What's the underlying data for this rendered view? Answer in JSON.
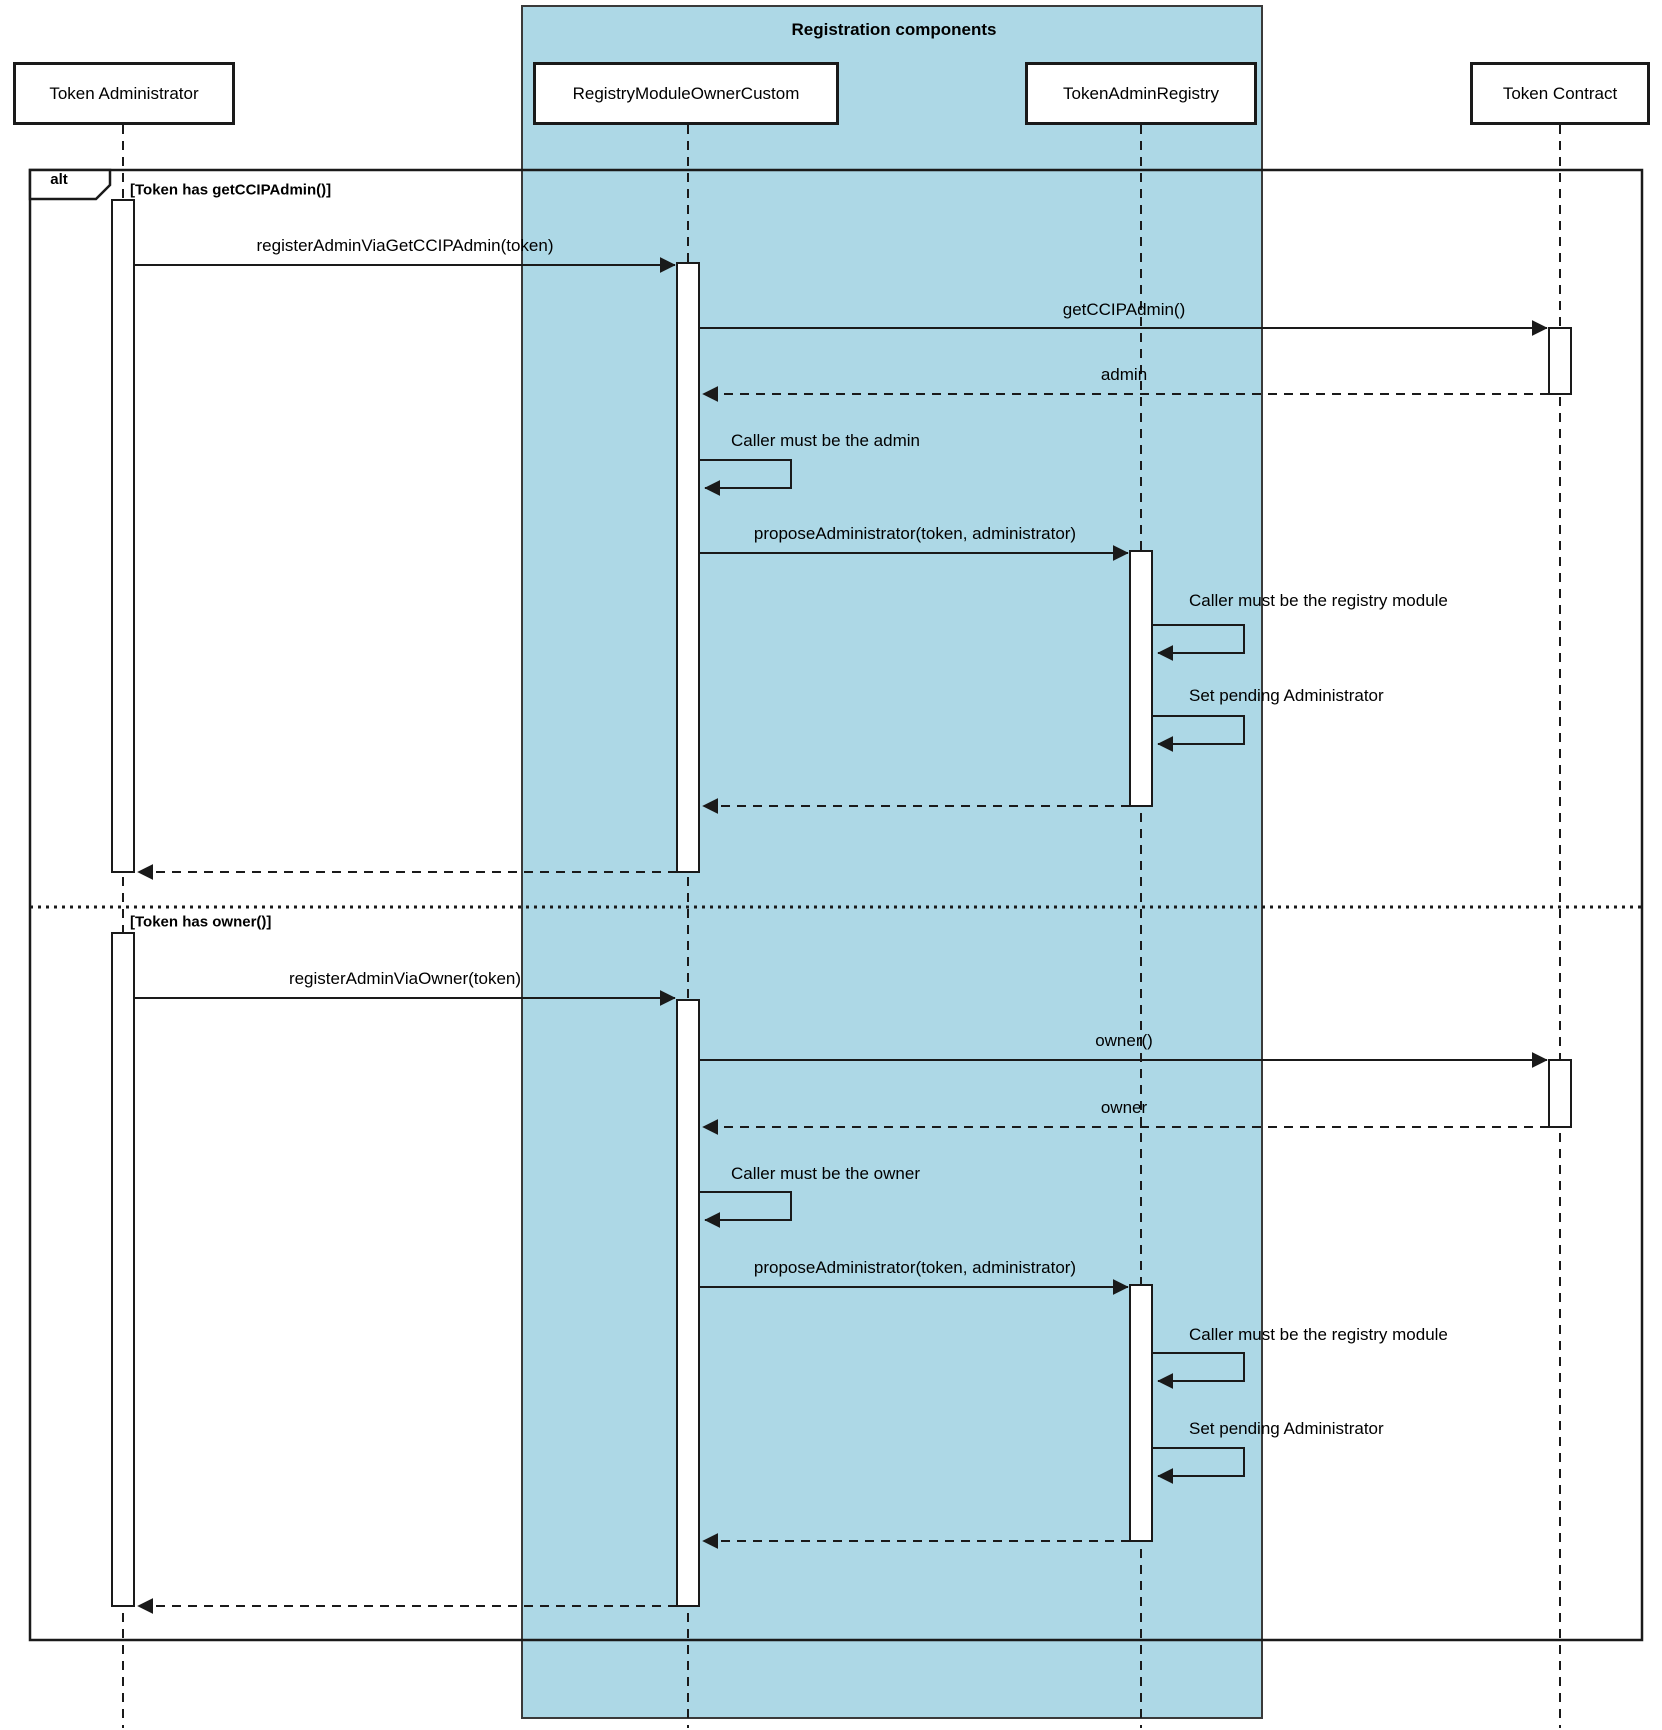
{
  "diagram": {
    "region_title": "Registration components",
    "participants": [
      {
        "label": "Token Administrator"
      },
      {
        "label": "RegistryModuleOwnerCustom"
      },
      {
        "label": "TokenAdminRegistry"
      },
      {
        "label": "Token Contract"
      }
    ],
    "alt_frame": {
      "operator_label": "alt",
      "condition1": "[Token has getCCIPAdmin()]",
      "condition2": "[Token has owner()]"
    },
    "section1": {
      "msg_register": "registerAdminViaGetCCIPAdmin(token)",
      "msg_get_admin": "getCCIPAdmin()",
      "msg_admin_return": "admin",
      "note_caller_admin": "Caller must be the admin",
      "msg_propose": "proposeAdministrator(token, administrator)",
      "note_caller_registry": "Caller must be the registry module",
      "note_set_pending": "Set pending Administrator"
    },
    "section2": {
      "msg_register": "registerAdminViaOwner(token)",
      "msg_owner_call": "owner()",
      "msg_owner_return": "owner",
      "note_caller_owner": "Caller must be the owner",
      "msg_propose": "proposeAdministrator(token, administrator)",
      "note_caller_registry": "Caller must be the registry module",
      "note_set_pending": "Set pending Administrator"
    },
    "colors": {
      "region_fill": "#ADD8E6",
      "line": "#1a1a1a",
      "background": "#ffffff"
    }
  }
}
